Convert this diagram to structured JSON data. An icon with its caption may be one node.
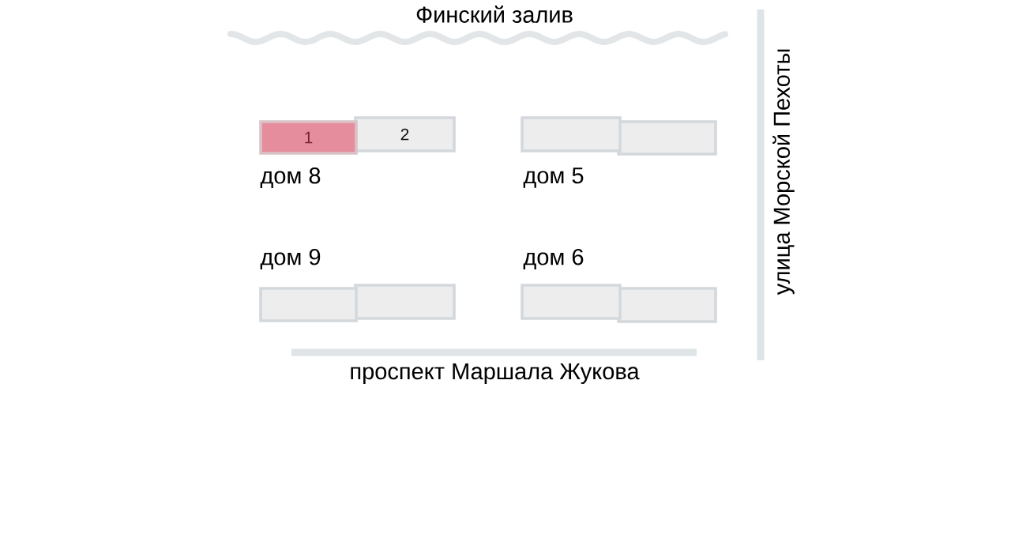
{
  "diagram": {
    "nodes": [
      {
        "text": [
          "1"
        ]
      },
      {
        "text": [
          "2"
        ]
      },
      {
        "text": [],
        "shape": "box"
      },
      {
        "text": [],
        "shape": "box"
      },
      {
        "text": [],
        "shape": "box"
      },
      {
        "text": [],
        "shape": "box"
      },
      {
        "text": [],
        "shape": "box"
      },
      {
        "text": [],
        "shape": "box"
      }
    ],
    "labels": [
      "Финский залив",
      "дом 8",
      "дом 5",
      "дом 9",
      "дом 6",
      "проспект Маршала Жукова",
      "улица Морской Пехоты"
    ]
  }
}
